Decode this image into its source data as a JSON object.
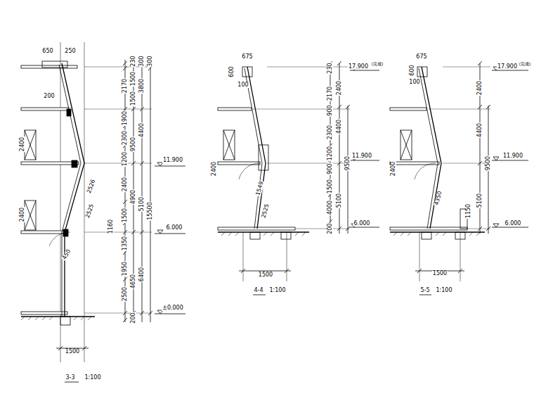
{
  "diagram": {
    "labels": [
      "650",
      "250",
      "230",
      "300",
      "300",
      "1500",
      "3800",
      "2170",
      "1500",
      "1900",
      "4400",
      "2300",
      "9500",
      "1200",
      "2400",
      "4900",
      "5100",
      "15500",
      "1500",
      "1350",
      "1950",
      "6400",
      "4650",
      "2500",
      "200",
      "200",
      "2400",
      "2400",
      "2526",
      "2525",
      "1160",
      "450",
      "11.900",
      "6.000",
      "±0.000",
      "1500",
      "3-3",
      "1:100",
      "675",
      "600",
      "100",
      "17.900",
      "(完成)",
      "230",
      "2400",
      "2170",
      "900",
      "4400",
      "2300",
      "9500",
      "1200",
      "900",
      "1500",
      "5100",
      "4000",
      "200",
      "2400",
      "1549",
      "2525",
      "11.900",
      "6.000",
      "1500",
      "4-4",
      "1:100",
      "675",
      "600",
      "100",
      "17.900",
      "(完成)",
      "2400",
      "4400",
      "9500",
      "5100",
      "1150",
      "2400",
      "4350",
      "11.900",
      "6.000",
      "1500",
      "5-5",
      "1:100"
    ]
  }
}
